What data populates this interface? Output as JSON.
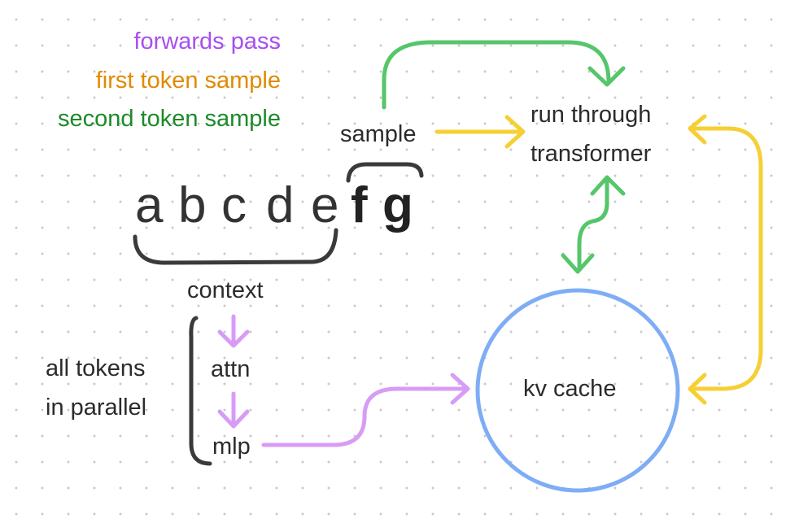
{
  "colors": {
    "forwards_pass": "#a64ff0",
    "first_token_sample": "#e08a00",
    "second_token_sample": "#1d8a2a",
    "green_arrow": "#55c66a",
    "yellow_arrow": "#f6cf34",
    "purple_arrow": "#d79cf5",
    "kv_circle": "#7fadf5",
    "bracket": "#3a3a3a"
  },
  "legend": {
    "forwards_pass": "forwards pass",
    "first_token_sample": "first token sample",
    "second_token_sample": "second token sample"
  },
  "tokens": {
    "context": [
      "a",
      "b",
      "c",
      "d",
      "e"
    ],
    "sampled": [
      "f",
      "g"
    ]
  },
  "labels": {
    "sample": "sample",
    "run_through": "run through",
    "transformer": "transformer",
    "context": "context",
    "all_tokens": "all tokens",
    "in_parallel": "in parallel",
    "attn": "attn",
    "mlp": "mlp",
    "kv_cache": "kv cache"
  }
}
